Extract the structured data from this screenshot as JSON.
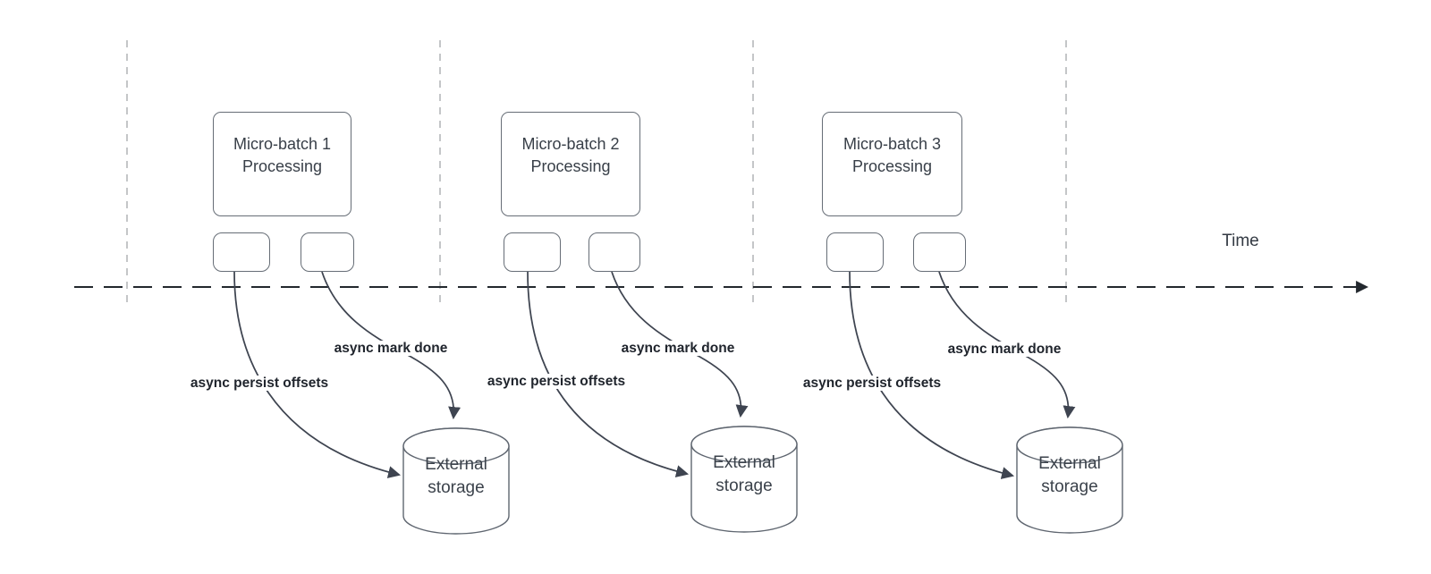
{
  "diagram": {
    "time_label": "Time",
    "batches": [
      {
        "title_line1": "Micro-batch 1",
        "title_line2": "Processing",
        "persist_label": "async persist offsets",
        "mark_label": "async mark done",
        "storage_line1": "External",
        "storage_line2": "storage"
      },
      {
        "title_line1": "Micro-batch 2",
        "title_line2": "Processing",
        "persist_label": "async persist offsets",
        "mark_label": "async mark done",
        "storage_line1": "External",
        "storage_line2": "storage"
      },
      {
        "title_line1": "Micro-batch 3",
        "title_line2": "Processing",
        "persist_label": "async persist offsets",
        "mark_label": "async mark done",
        "storage_line1": "External",
        "storage_line2": "storage"
      }
    ],
    "colors": {
      "connector": "#3e4450",
      "shape_border": "#666d76",
      "timeline": "#23282e",
      "guide_line": "#b5b8bb",
      "label_text": "#20252d",
      "shape_text": "#3b424b"
    }
  }
}
